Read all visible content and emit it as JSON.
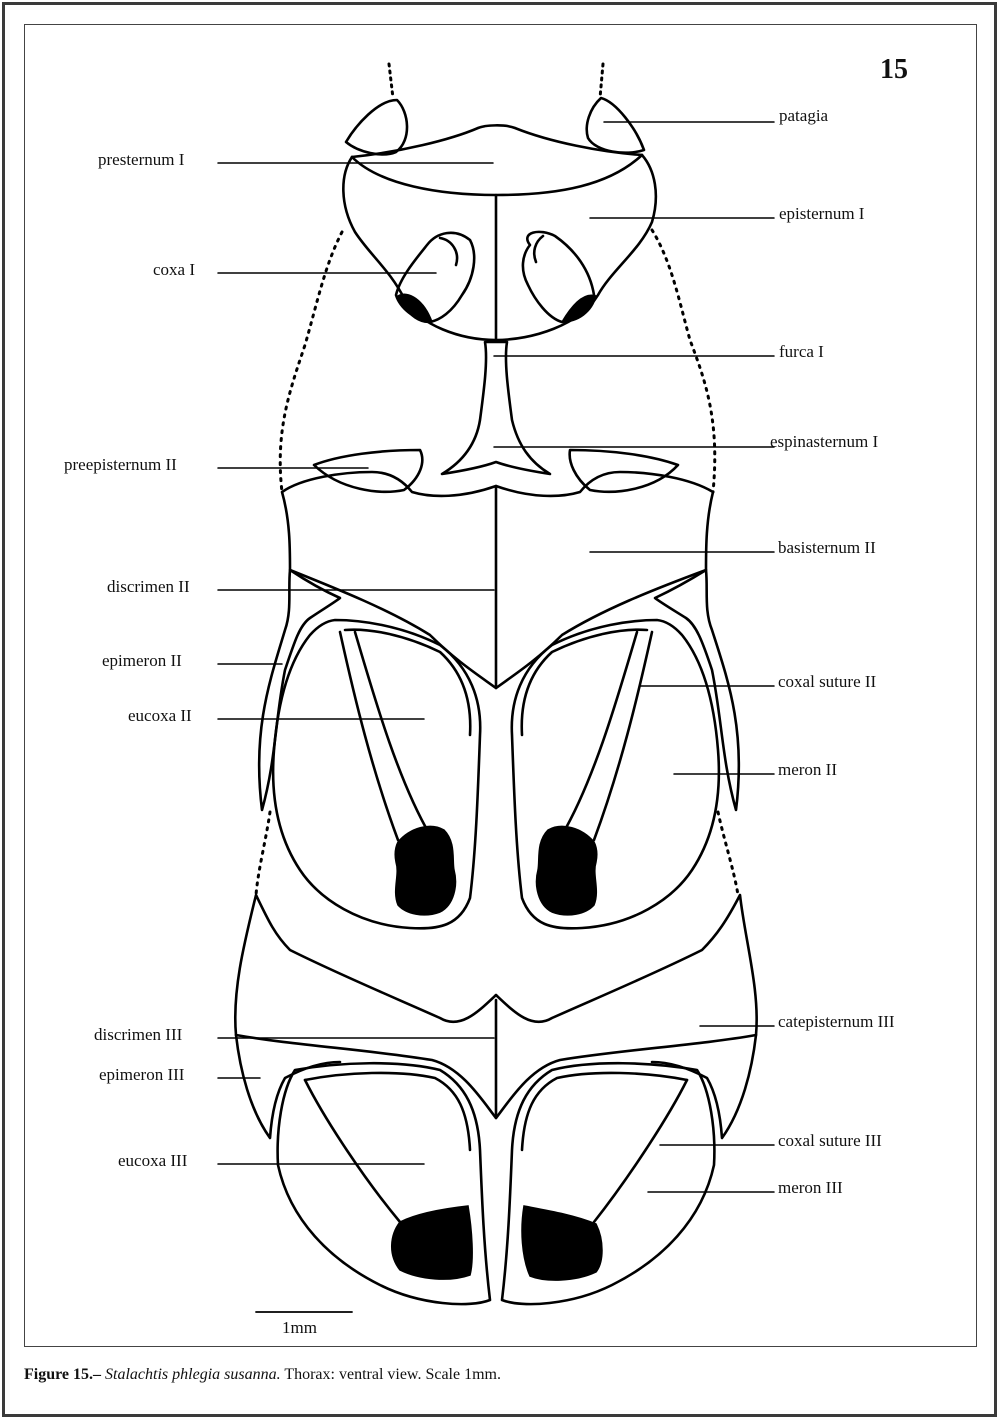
{
  "figure_number": "15",
  "labels_left": {
    "presternum": "presternum I",
    "coxa": "coxa I",
    "preepisternum": "preepisternum II",
    "discrimen2": "discrimen II",
    "epimeron2": "epimeron II",
    "eucoxa2": "eucoxa II",
    "discrimen3": "discrimen III",
    "epimeron3": "epimeron III",
    "eucoxa3": "eucoxa III"
  },
  "labels_right": {
    "patagia": "patagia",
    "episternum": "episternum I",
    "furca": "furca I",
    "espinasternum": "espinasternum I",
    "basisternum": "basisternum II",
    "coxal_suture2": "coxal suture II",
    "meron2": "meron II",
    "catepisternum3": "catepisternum III",
    "coxal_suture3": "coxal suture III",
    "meron3": "meron III"
  },
  "scale": {
    "label": "1mm"
  },
  "caption": {
    "prefix": "Figure 15.–",
    "species": "Stalachtis phlegia susanna.",
    "text": "Thorax: ventral view. Scale 1mm."
  },
  "colors": {
    "ink": "#000000",
    "frame": "#3a3a3a"
  }
}
